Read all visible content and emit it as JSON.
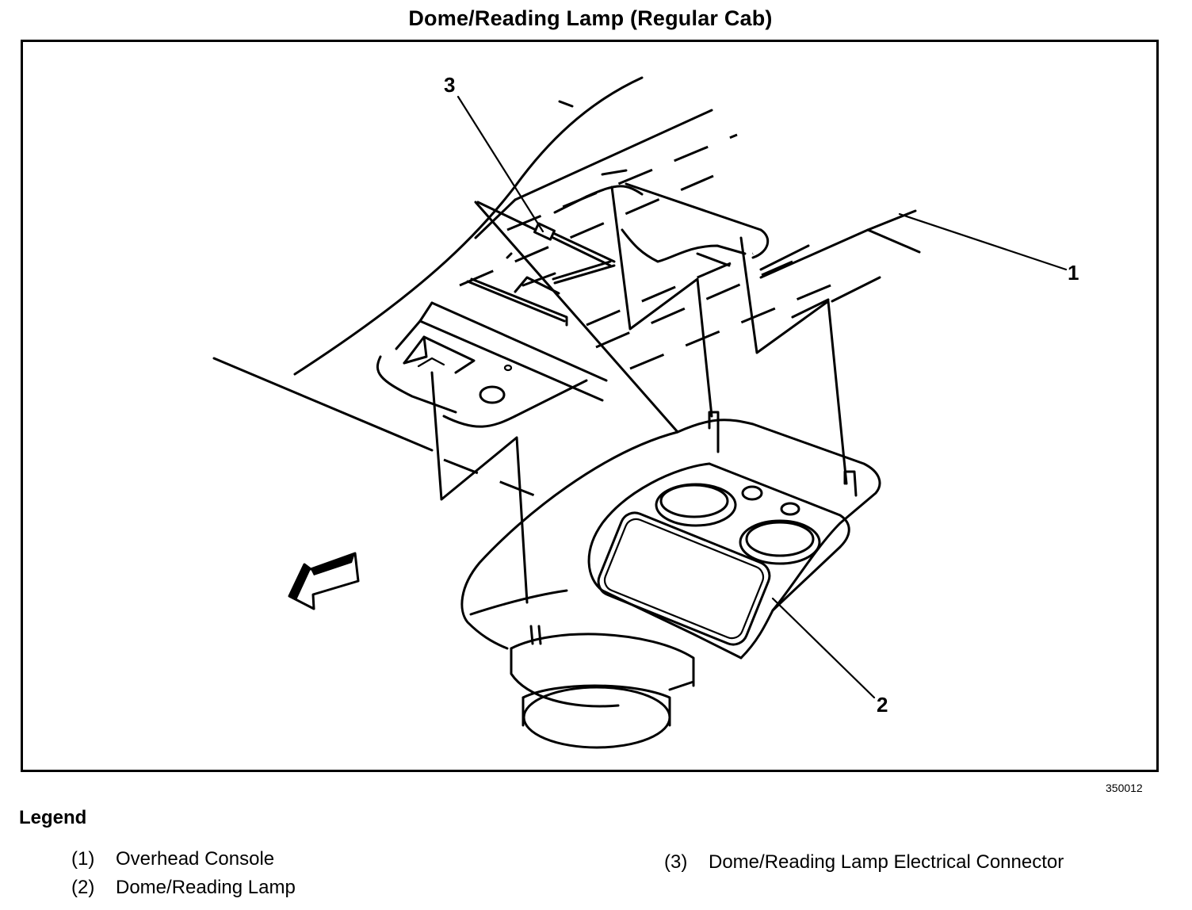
{
  "title": "Dome/Reading Lamp (Regular Cab)",
  "figure_id": "350012",
  "callouts": [
    {
      "number": "1",
      "target": "Overhead Console"
    },
    {
      "number": "2",
      "target": "Dome/Reading Lamp"
    },
    {
      "number": "3",
      "target": "Dome/Reading Lamp Electrical Connector"
    }
  ],
  "legend": {
    "title": "Legend",
    "items": [
      {
        "number": "(1)",
        "label": "Overhead Console"
      },
      {
        "number": "(2)",
        "label": "Dome/Reading Lamp"
      },
      {
        "number": "(3)",
        "label": "Dome/Reading Lamp Electrical Connector"
      }
    ]
  },
  "icons": {
    "direction_arrow": "front-of-vehicle-arrow-icon"
  }
}
